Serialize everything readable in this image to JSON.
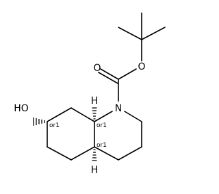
{
  "structure": {
    "colors": {
      "bond": "#000000",
      "text": "#000000",
      "background": "#ffffff"
    },
    "atom_labels": {
      "hydroxyl": "HO",
      "carbonyl_oxygen": "O",
      "ester_oxygen": "O",
      "nitrogen": "N",
      "hydrogen_top": "H",
      "hydrogen_bottom": "H"
    },
    "stereo_labels": {
      "c7": "or1",
      "c8a": "or1",
      "c4a": "or1"
    }
  }
}
